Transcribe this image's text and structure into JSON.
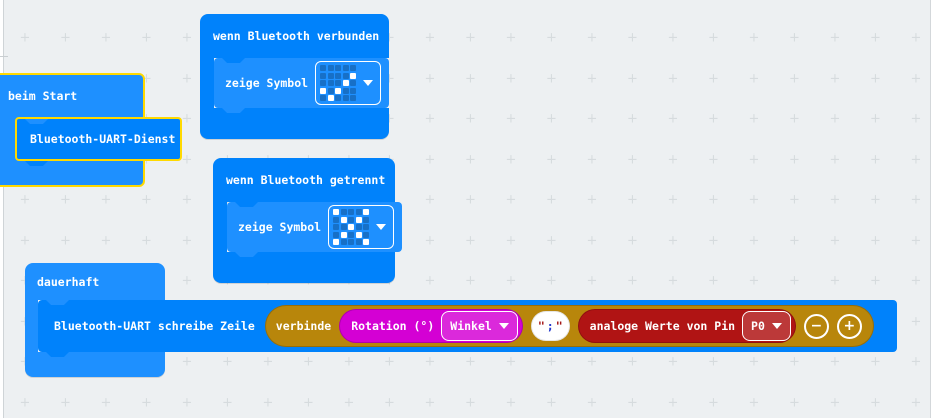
{
  "workspace": {
    "background": "#EDF0F2",
    "grid_cross_color": "#D6DBDE",
    "cross_glyph": "+"
  },
  "colors": {
    "basic_blue": "#1E90FF",
    "bluetooth_blue": "#0082FB",
    "join_gold": "#B8860B",
    "input_magenta": "#D400D4",
    "pins_red": "#B01414",
    "selection_yellow": "#FFD900",
    "string_quote_red": "#A31515",
    "string_text_blue": "#2438CC",
    "workspace_bg": "#EDF0F2",
    "grid_cross": "#D6DBDE"
  },
  "blocks": {
    "on_bluetooth_connected": {
      "title": "wenn Bluetooth verbunden",
      "show_icon_label": "zeige Symbol",
      "icon_grid": [
        [
          0,
          0,
          0,
          0,
          0
        ],
        [
          0,
          0,
          0,
          0,
          1
        ],
        [
          0,
          0,
          0,
          1,
          0
        ],
        [
          1,
          0,
          1,
          0,
          0
        ],
        [
          0,
          1,
          0,
          0,
          0
        ]
      ]
    },
    "on_bluetooth_disconnected": {
      "title": "wenn Bluetooth getrennt",
      "show_icon_label": "zeige Symbol",
      "icon_grid": [
        [
          1,
          0,
          0,
          0,
          1
        ],
        [
          0,
          1,
          0,
          1,
          0
        ],
        [
          0,
          0,
          1,
          0,
          0
        ],
        [
          0,
          1,
          0,
          1,
          0
        ],
        [
          1,
          0,
          0,
          0,
          1
        ]
      ]
    },
    "on_start": {
      "title": "beim Start",
      "service_label": "Bluetooth-UART-Dienst",
      "selected": true
    },
    "forever": {
      "title": "dauerhaft",
      "uart_write_label": "Bluetooth-UART schreibe Zeile",
      "join": {
        "label": "verbinde",
        "rotation_label": "Rotation (°)",
        "rotation_option": "Winkel",
        "quote_char": "\"",
        "separator_value": ";",
        "analog_label": "analoge Werte von Pin",
        "pin_option": "P0",
        "minus_glyph": "−",
        "plus_glyph": "+"
      }
    }
  }
}
